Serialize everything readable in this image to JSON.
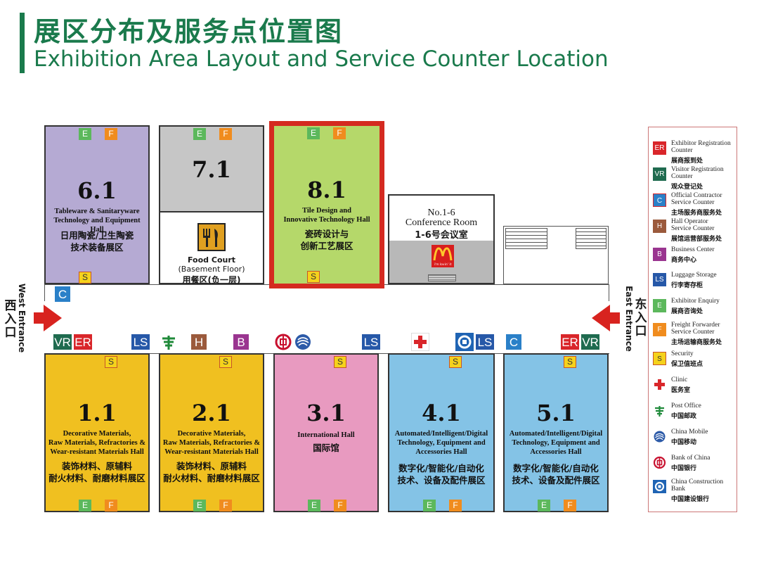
{
  "title": {
    "zh": "展区分布及服务点位置图",
    "en": "Exhibition Area Layout and Service Counter Location"
  },
  "entrances": {
    "west": {
      "zh": "西入口",
      "en": "West Entrance"
    },
    "east": {
      "zh": "东入口",
      "en": "East Entrance"
    }
  },
  "halls": {
    "h61": {
      "num": "6.1",
      "en": "Tableware & Sanitaryware\nTechnology and Equipment Hall",
      "zh": "日用陶瓷/卫生陶瓷\n技术装备展区",
      "color": "#b5aad3"
    },
    "h71": {
      "num": "7.1",
      "color": "#c6c6c6"
    },
    "food": {
      "en": "Food Court",
      "sub": "(Basement Floor)",
      "zh": "用餐区(负一层)"
    },
    "h81": {
      "num": "8.1",
      "en": "Tile Design and\nInnovative Technology Hall",
      "zh": "瓷砖设计与\n创新工艺展区",
      "color": "#b5d86a",
      "border": "#d42a20"
    },
    "conf": {
      "line1": "No.1-6",
      "line2": "Conference Room",
      "zh": "1-6号会议室",
      "brand": "i'm lovin' it"
    },
    "h11": {
      "num": "1.1",
      "en": "Decorative Materials,\nRaw Materials, Refractories &\nWear-resistant Materials Hall",
      "zh": "装饰材料、原辅料\n耐火材料、耐磨材料展区",
      "color": "#f0c020"
    },
    "h21": {
      "num": "2.1",
      "en": "Decorative Materials,\nRaw Materials, Refractories &\nWear-resistant Materials Hall",
      "zh": "装饰材料、原辅料\n耐火材料、耐磨材料展区",
      "color": "#f0c020"
    },
    "h31": {
      "num": "3.1",
      "en": "International  Hall",
      "zh": "国际馆",
      "color": "#e89ac0"
    },
    "h41": {
      "num": "4.1",
      "en": "Automated/Intelligent/Digital\nTechnology, Equipment and\nAccessories Hall",
      "zh": "数字化/智能化/自动化\n技术、设备及配件展区",
      "color": "#84c3e6"
    },
    "h51": {
      "num": "5.1",
      "en": "Automated/Intelligent/Digital\nTechnology, Equipment and\nAccessories Hall",
      "zh": "数字化/智能化/自动化\n技术、设备及配件展区",
      "color": "#84c3e6"
    }
  },
  "badges": {
    "E": "E",
    "F": "F",
    "S": "S",
    "VR": "VR",
    "ER": "ER",
    "LS": "LS",
    "C": "C",
    "H": "H",
    "B": "B"
  },
  "legend": [
    {
      "code": "ER",
      "en": "Exhibitor Registration\nCounter",
      "zh": "展商报到处",
      "color": "#d9262a"
    },
    {
      "code": "VR",
      "en": "Visitor Registration\nCounter",
      "zh": "观众登记处",
      "color": "#1f6b4f"
    },
    {
      "code": "C",
      "en": "Official Contractor\nService Counter",
      "zh": "主场服务商服务处",
      "color": "#2a80c8"
    },
    {
      "code": "H",
      "en": "Hall Operator\nService Counter",
      "zh": "展馆运营部服务处",
      "color": "#9b5a3c"
    },
    {
      "code": "B",
      "en": "Business Center",
      "zh": "商务中心",
      "color": "#9a3590"
    },
    {
      "code": "LS",
      "en": "Luggage Storage",
      "zh": "行李寄存柜",
      "color": "#2658a8"
    },
    {
      "code": "E",
      "en": "Exhibitor Enquiry",
      "zh": "展商咨询处",
      "color": "#5cb85c"
    },
    {
      "code": "F",
      "en": "Freight Forwarder\nService Counter",
      "zh": "主场运输商服务处",
      "color": "#f08c1e"
    },
    {
      "code": "S",
      "en": "Security",
      "zh": "保卫值班点",
      "color": "#f5d21c"
    },
    {
      "code": "clinic-icon",
      "en": "Clinic",
      "zh": "医务室",
      "color": "#d9262a"
    },
    {
      "code": "post-office-icon",
      "en": "Post Office",
      "zh": "中国邮政",
      "color": "#1f8a3a"
    },
    {
      "code": "china-mobile-icon",
      "en": "China Mobile",
      "zh": "中国移动",
      "color": "#2c5aa8"
    },
    {
      "code": "bank-of-china-icon",
      "en": "Bank of China",
      "zh": "中国银行",
      "color": "#c8102e"
    },
    {
      "code": "ccb-icon",
      "en": "China Construction\nBank",
      "zh": "中国建设银行",
      "color": "#1f64b4"
    }
  ]
}
